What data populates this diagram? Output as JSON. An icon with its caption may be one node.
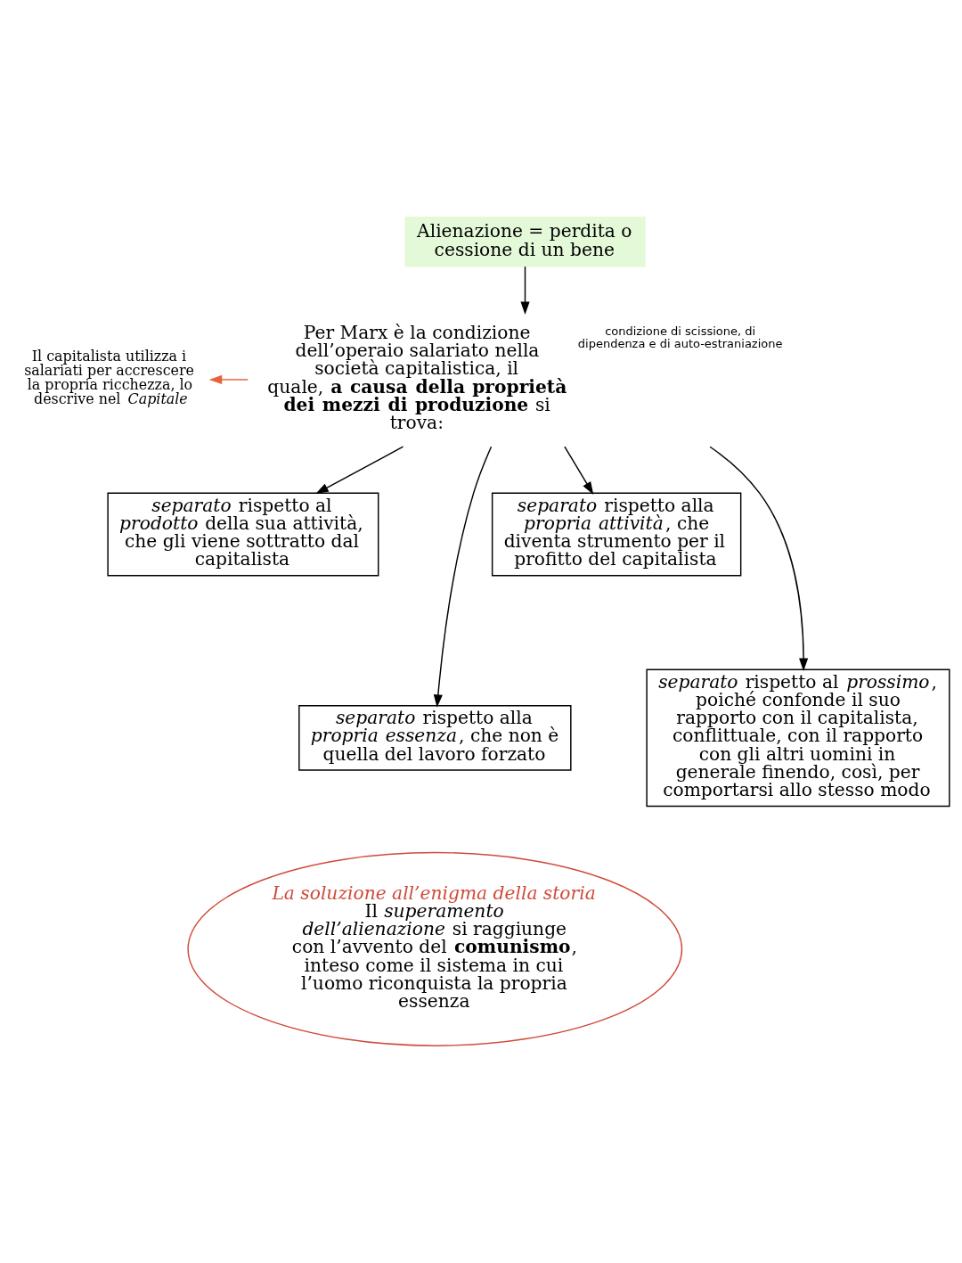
{
  "diagram": {
    "nodes": [
      {
        "text": [
          "Alienazione = perdita o cessione di un bene"
        ]
      },
      {
        "text": [
          "Per Marx è la condizione dell’operaio salariato nella società capitalistica, il quale, **a causa della proprietà dei mezzi di produzione** si trova:"
        ],
        "beside": [
          "condizione di scissione, di dipendenza e di auto-estraniazione"
        ]
      },
      {
        "text": [
          "Il capitalista utilizza i salariati per accrescere la propria ricchezza, lo descrive nel *Capitale*"
        ]
      },
      {
        "text": [
          "*separato* rispetto al *prodotto* della sua attività, che gli viene sottratto dal capitalista"
        ]
      },
      {
        "text": [
          "*separato* rispetto alla *propria essenza*, che non è quella del lavoro forzato"
        ]
      },
      {
        "text": [
          "*separato* rispetto alla *propria attività*, che diventa strumento per il profitto del capitalista"
        ]
      },
      {
        "text": [
          "*separato* rispetto al *prossimo*, poiché confonde il suo rapporto con il capitalista, conflittuale, con il rapporto con gli altri uomini in generale finendo, così, per comportarsi allo stesso modo"
        ]
      },
      {
        "text": [
          "La soluzione all’enigma della storia",
          "Il *superamento dell’alienazione* si raggiunge con l’avvento del **comunismo**, inteso come il sistema in cui l’uomo riconquista la propria essenza"
        ]
      }
    ],
    "edges": [
      {
        "from": 0,
        "to": 1,
        "arrow": "to"
      },
      {
        "from": 1,
        "to": 2,
        "arrow": "to",
        "color": "#e8603c"
      },
      {
        "from": 1,
        "to": 3,
        "arrow": "to"
      },
      {
        "from": 1,
        "to": 5,
        "arrow": "to"
      },
      {
        "from": 1,
        "to": 4,
        "arrow": "to"
      },
      {
        "from": 1,
        "to": 6,
        "arrow": "to"
      }
    ]
  }
}
